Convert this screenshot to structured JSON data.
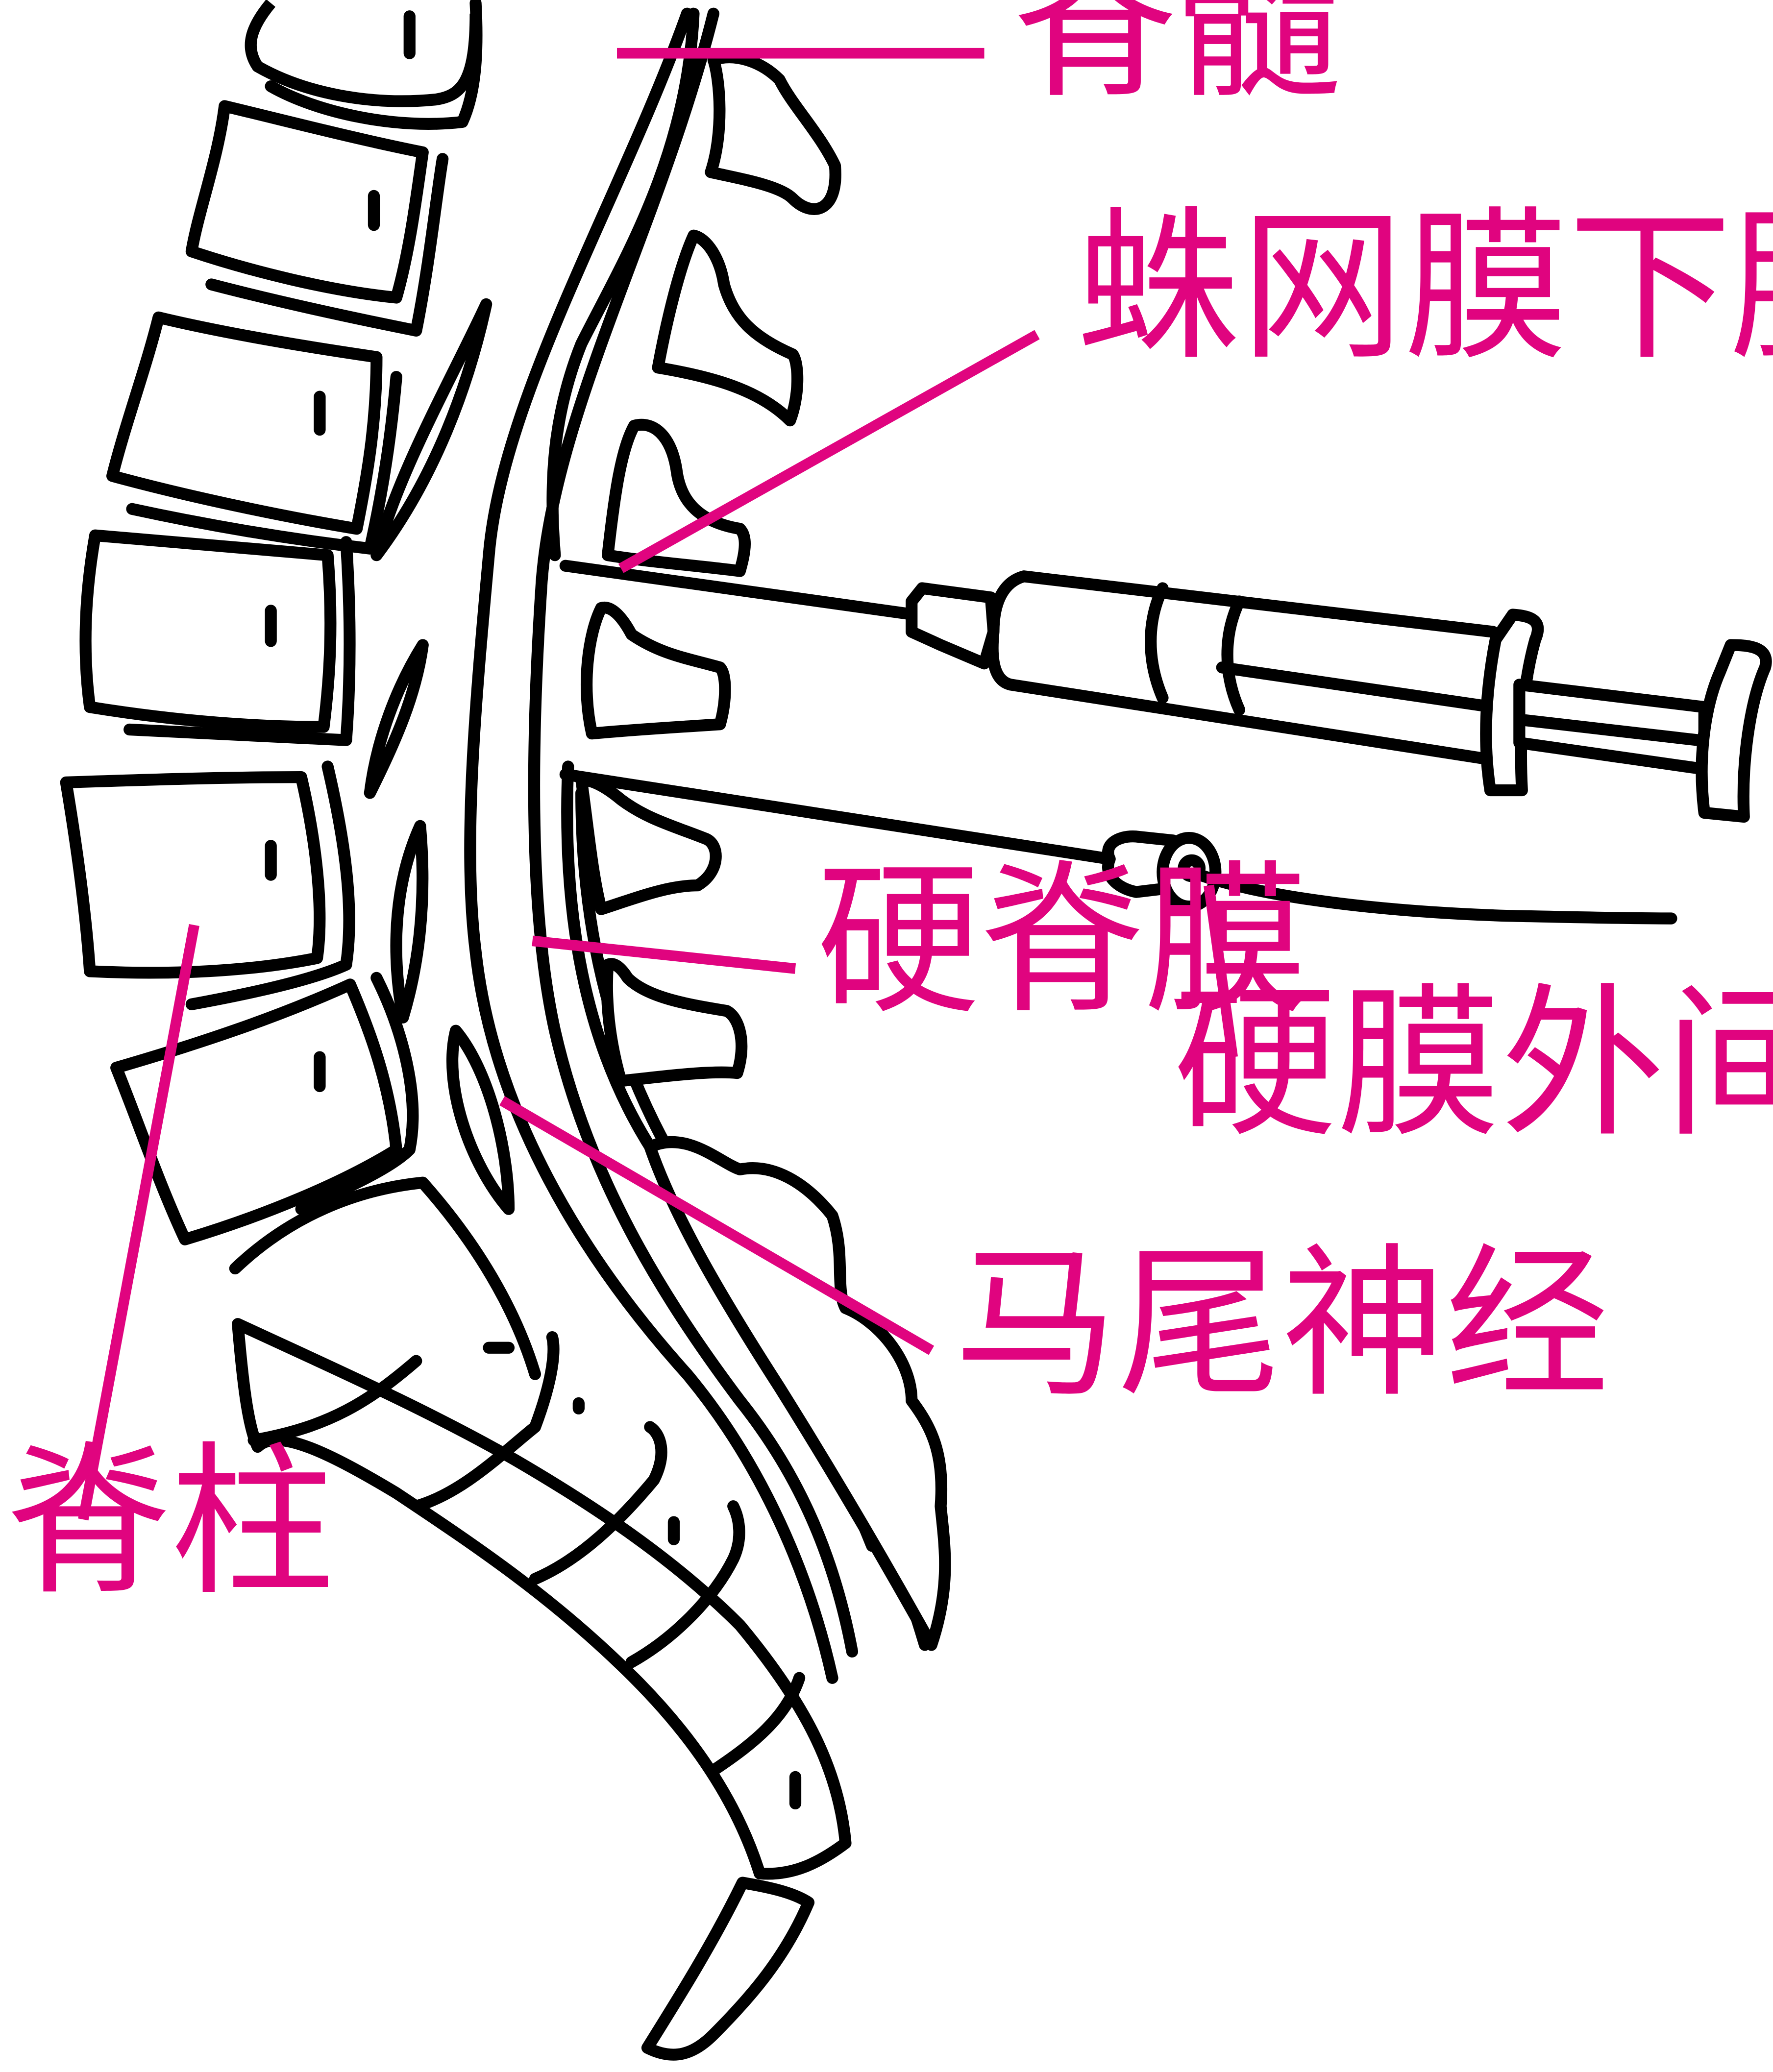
{
  "colors": {
    "label": "#e0047f",
    "line": "#000000",
    "background": "#ffffff"
  },
  "labels": {
    "spinal_cord": "脊髓",
    "subarachnoid_block": "蛛网膜下腔阻滞",
    "dura_mater": "硬脊膜",
    "epidural_block": "硬膜外间隙阻滞",
    "cauda_equina": "马尾神经",
    "spinal_column": "脊柱"
  },
  "icons": {
    "syringe": "syringe-icon",
    "epidural_needle": "needle-icon",
    "catheter": "catheter-icon"
  }
}
